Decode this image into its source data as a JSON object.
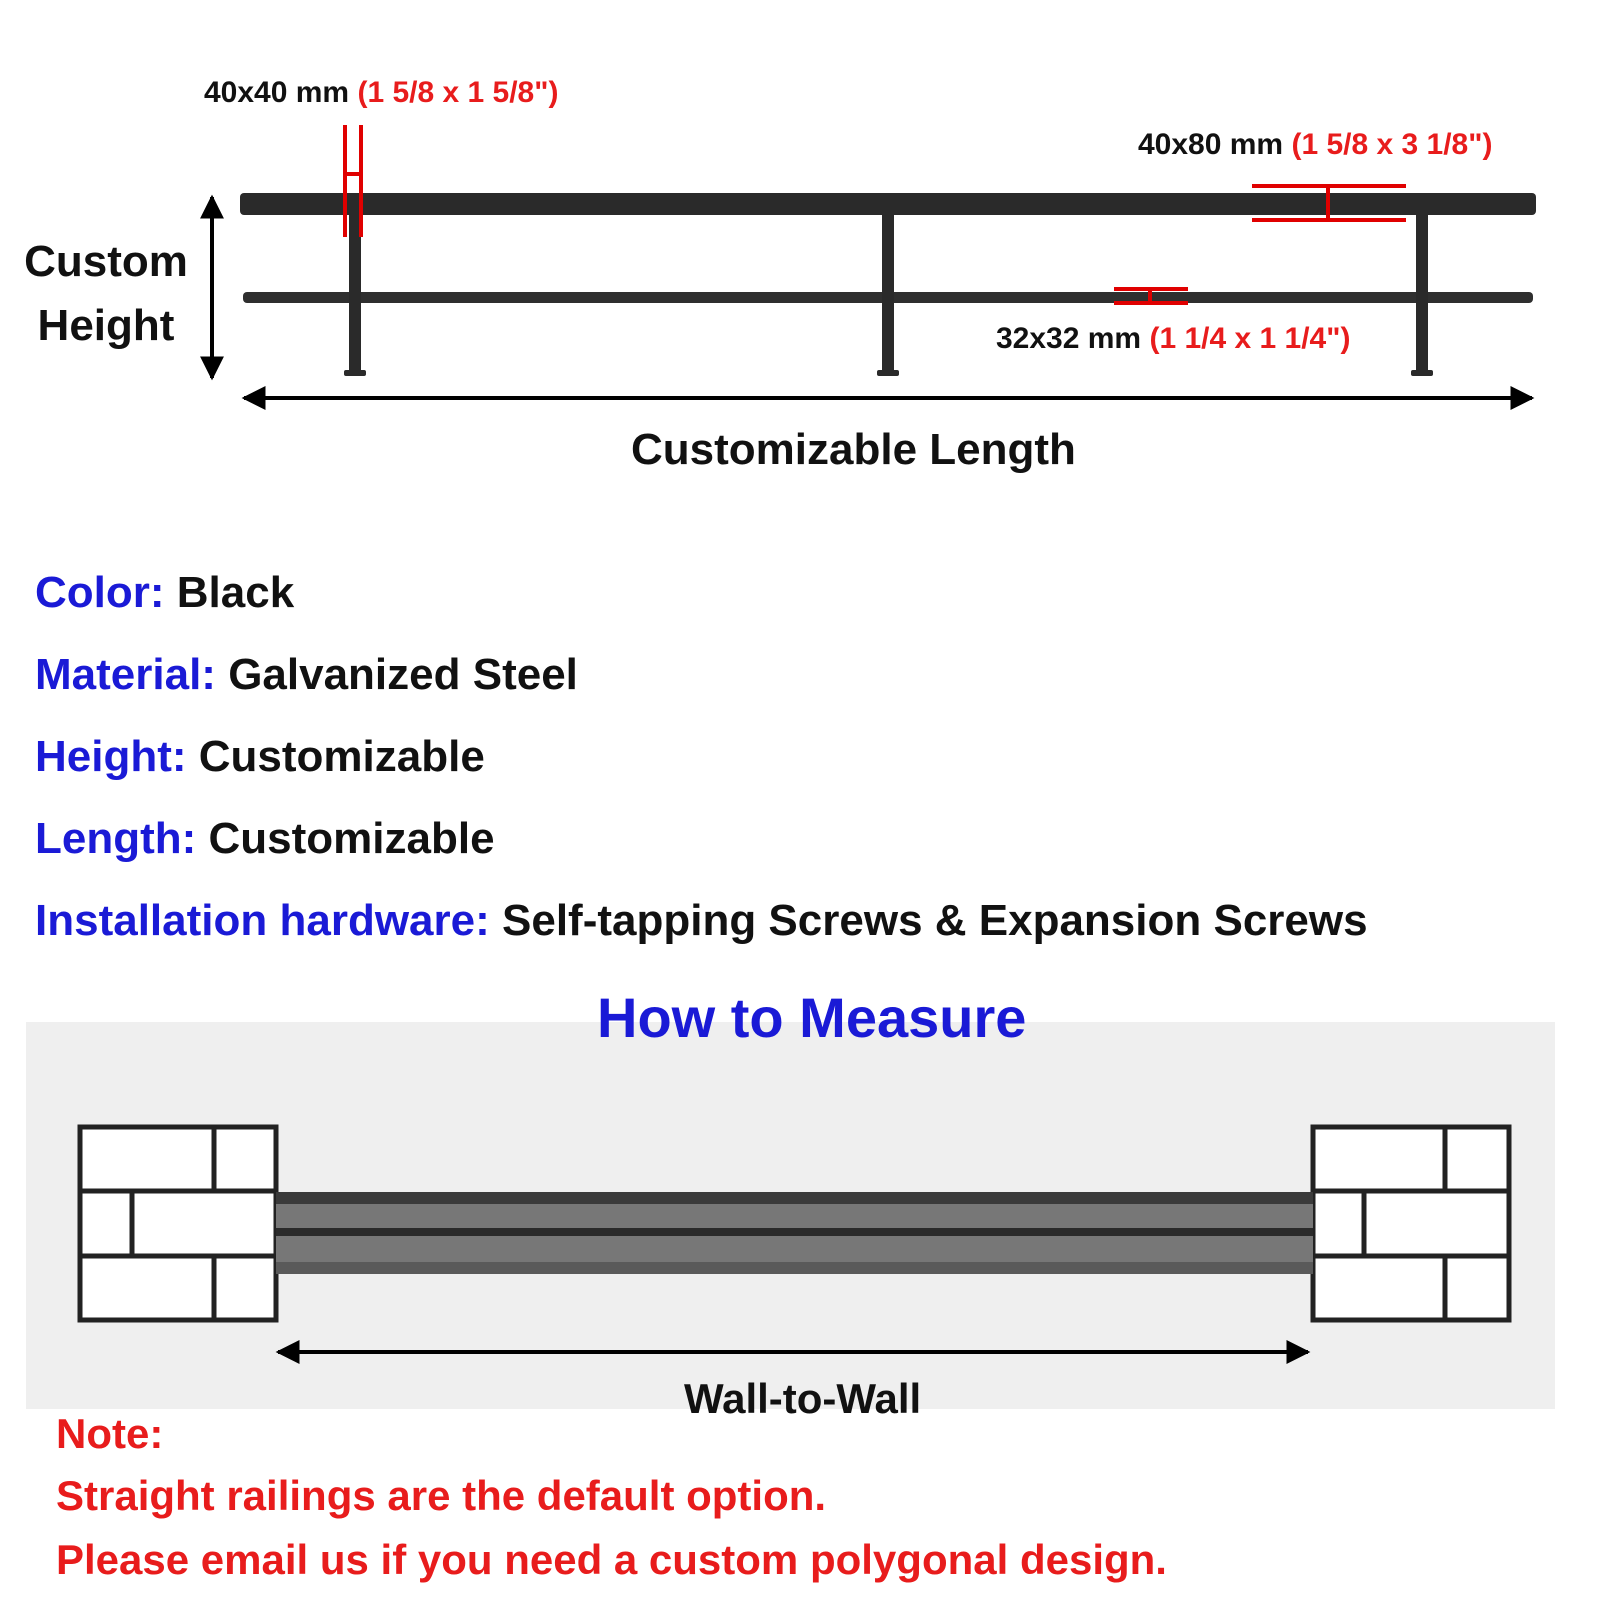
{
  "dimensions": {
    "top_post": {
      "metric": "40x40 mm",
      "imperial": "(1 5/8 x 1 5/8\")"
    },
    "top_rail": {
      "metric": "40x80 mm",
      "imperial": "(1 5/8 x 3 1/8\")"
    },
    "mid_rail": {
      "metric": "32x32 mm",
      "imperial": "(1 1/4 x 1 1/4\")"
    }
  },
  "height_label": {
    "line1": "Custom",
    "line2": "Height"
  },
  "length_label": "Customizable Length",
  "specs": [
    {
      "label": "Color:",
      "value": "Black"
    },
    {
      "label": "Material:",
      "value": "Galvanized Steel"
    },
    {
      "label": "Height:",
      "value": "Customizable"
    },
    {
      "label": "Length:",
      "value": "Customizable"
    },
    {
      "label": "Installation hardware:",
      "value": "Self-tapping Screws & Expansion Screws"
    }
  ],
  "how_to_measure": {
    "title": "How to Measure",
    "span_label": "Wall-to-Wall"
  },
  "note": {
    "heading": "Note:",
    "lines": [
      "Straight railings are the default option.",
      "Please email us if you need a custom polygonal design."
    ]
  },
  "colors": {
    "label_blue": "#1a1ad6",
    "note_red": "#e81c1c",
    "rail": "#2a2a2a",
    "dimension_marker": "#e00000",
    "measure_panel": "#efefef"
  }
}
